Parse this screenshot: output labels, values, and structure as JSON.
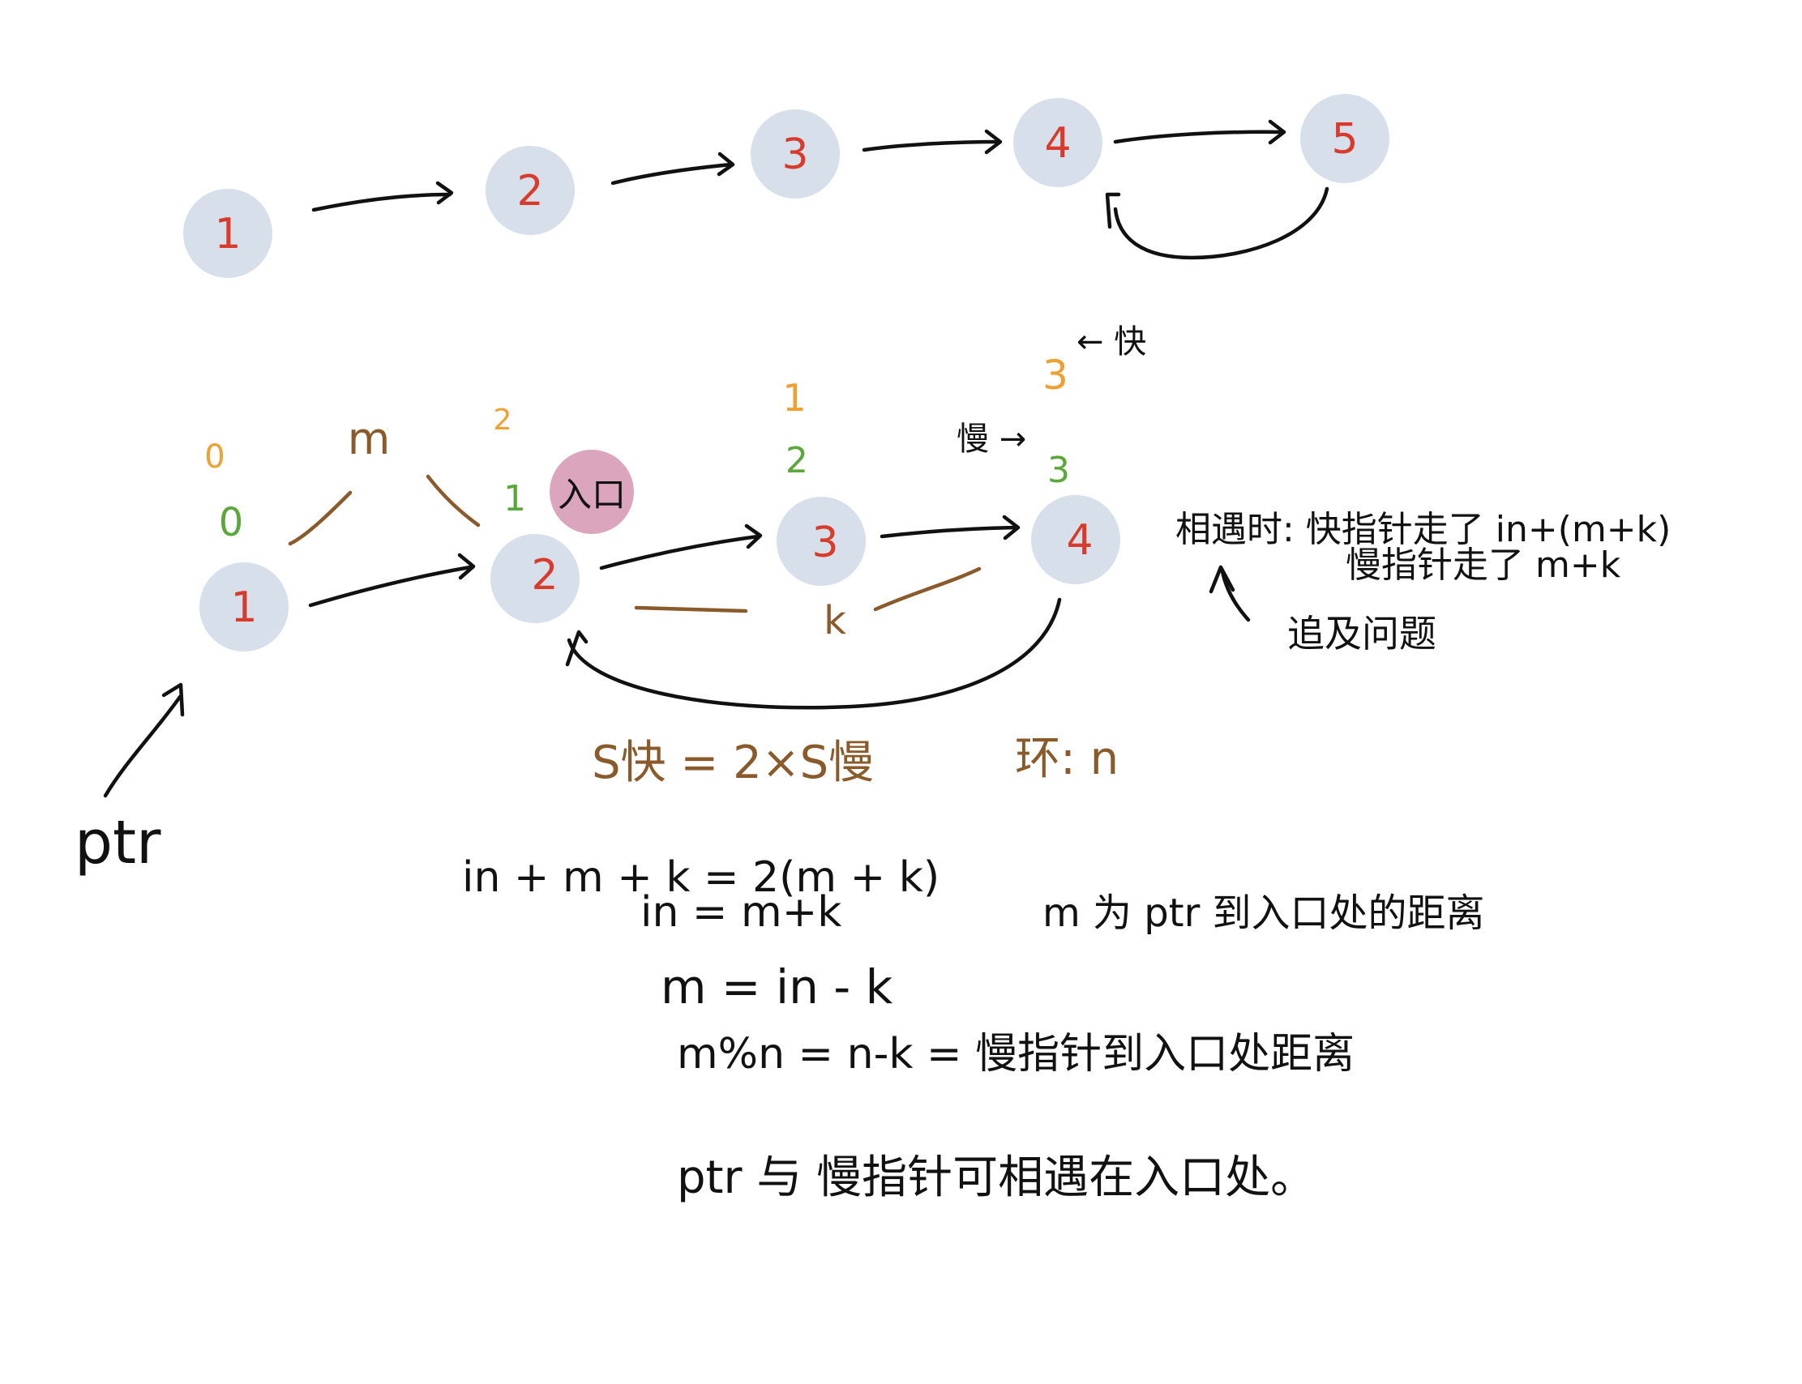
{
  "diagram1": {
    "nodes": [
      "1",
      "2",
      "3",
      "4",
      "5"
    ]
  },
  "diagram2": {
    "nodes": [
      "1",
      "2",
      "3",
      "4"
    ],
    "entrance_label": "入口",
    "m_label": "m",
    "k_label": "k",
    "step_labels": {
      "n1_orange": "0",
      "n1_green": "0",
      "n2_orange": "2",
      "n2_green": "1",
      "n3_orange": "1",
      "n3_green": "2",
      "n4_orange": "3",
      "n4_green": "3"
    },
    "fast_pointer": "← 快",
    "slow_pointer": "慢 →",
    "ptr_label": "ptr"
  },
  "notes": {
    "meet_line1": "相遇时: 快指针走了 in+(m+k)",
    "meet_line2": "慢指针走了 m+k",
    "chase_label": "追及问题",
    "s_fast_eq": "S快 = 2×S慢",
    "ring_eq": "环: n"
  },
  "equations": [
    "in + m + k = 2(m + k)",
    "in = m+k",
    "m = in - k",
    "m%n = n-k = 慢指针到入口处距离",
    "ptr 与 慢指针可相遇在入口处。"
  ],
  "equation_notes": {
    "m_def": "m 为 ptr 到入口处的距离"
  },
  "colors": {
    "node_fill": "#d6dfea",
    "node_label": "#d83a2b",
    "entrance_fill": "#dba6bd",
    "brown": "#8a5a2b",
    "orange": "#f0a030",
    "green": "#5aa83a",
    "ink": "#111111"
  }
}
